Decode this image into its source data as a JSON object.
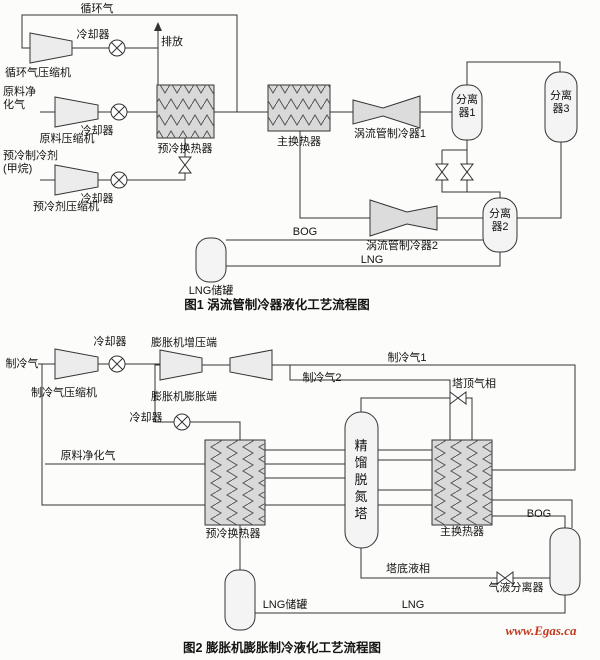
{
  "colors": {
    "line": "#333333",
    "exchanger_fill": "#d9d9d9",
    "vessel_fill": "#f4f4f4",
    "watermark": "#c0391e"
  },
  "figure1": {
    "caption": "图1  涡流管制冷器液化工艺流程图",
    "labels": {
      "circulating_gas": "循环气",
      "cooler1": "冷却器",
      "compressor1": "循环气压缩机",
      "vent": "排放",
      "feed_gas": "原料净化气",
      "cooler2": "冷却器",
      "compressor2": "原料压缩机",
      "precool_refrigerant": "预冷制冷剂\n(甲烷)",
      "cooler3": "冷却器",
      "compressor3": "预冷剂压缩机",
      "precool_hx": "预冷换热器",
      "main_hx": "主换热器",
      "vortex1": "涡流管制冷器1",
      "separator1": "分离器1",
      "separator2": "分离器2",
      "separator3": "分离器3",
      "vortex2": "涡流管制冷器2",
      "bog": "BOG",
      "lng": "LNG",
      "lng_tank": "LNG储罐"
    }
  },
  "figure2": {
    "caption": "图2  膨胀机膨胀制冷液化工艺流程图",
    "labels": {
      "cooler1": "冷却器",
      "refrigerant_gas": "制冷气",
      "compressor": "制冷气压缩机",
      "expander_booster": "膨胀机增压端",
      "expander_turbine": "膨胀机膨胀端",
      "refrigerant2": "制冷气2",
      "refrigerant1": "制冷气1",
      "tower_top_gas": "塔顶气相",
      "cooler2": "冷却器",
      "feed_gas": "原料净化气",
      "precool_hx": "预冷换热器",
      "tower": "精馏脱氮塔",
      "main_hx": "主换热器",
      "bog": "BOG",
      "tower_bottom_liquid": "塔底液相",
      "gas_liquid_separator": "气液分离器",
      "lng_tank": "LNG储罐",
      "lng": "LNG"
    }
  },
  "watermark": "www.Egas.ca"
}
